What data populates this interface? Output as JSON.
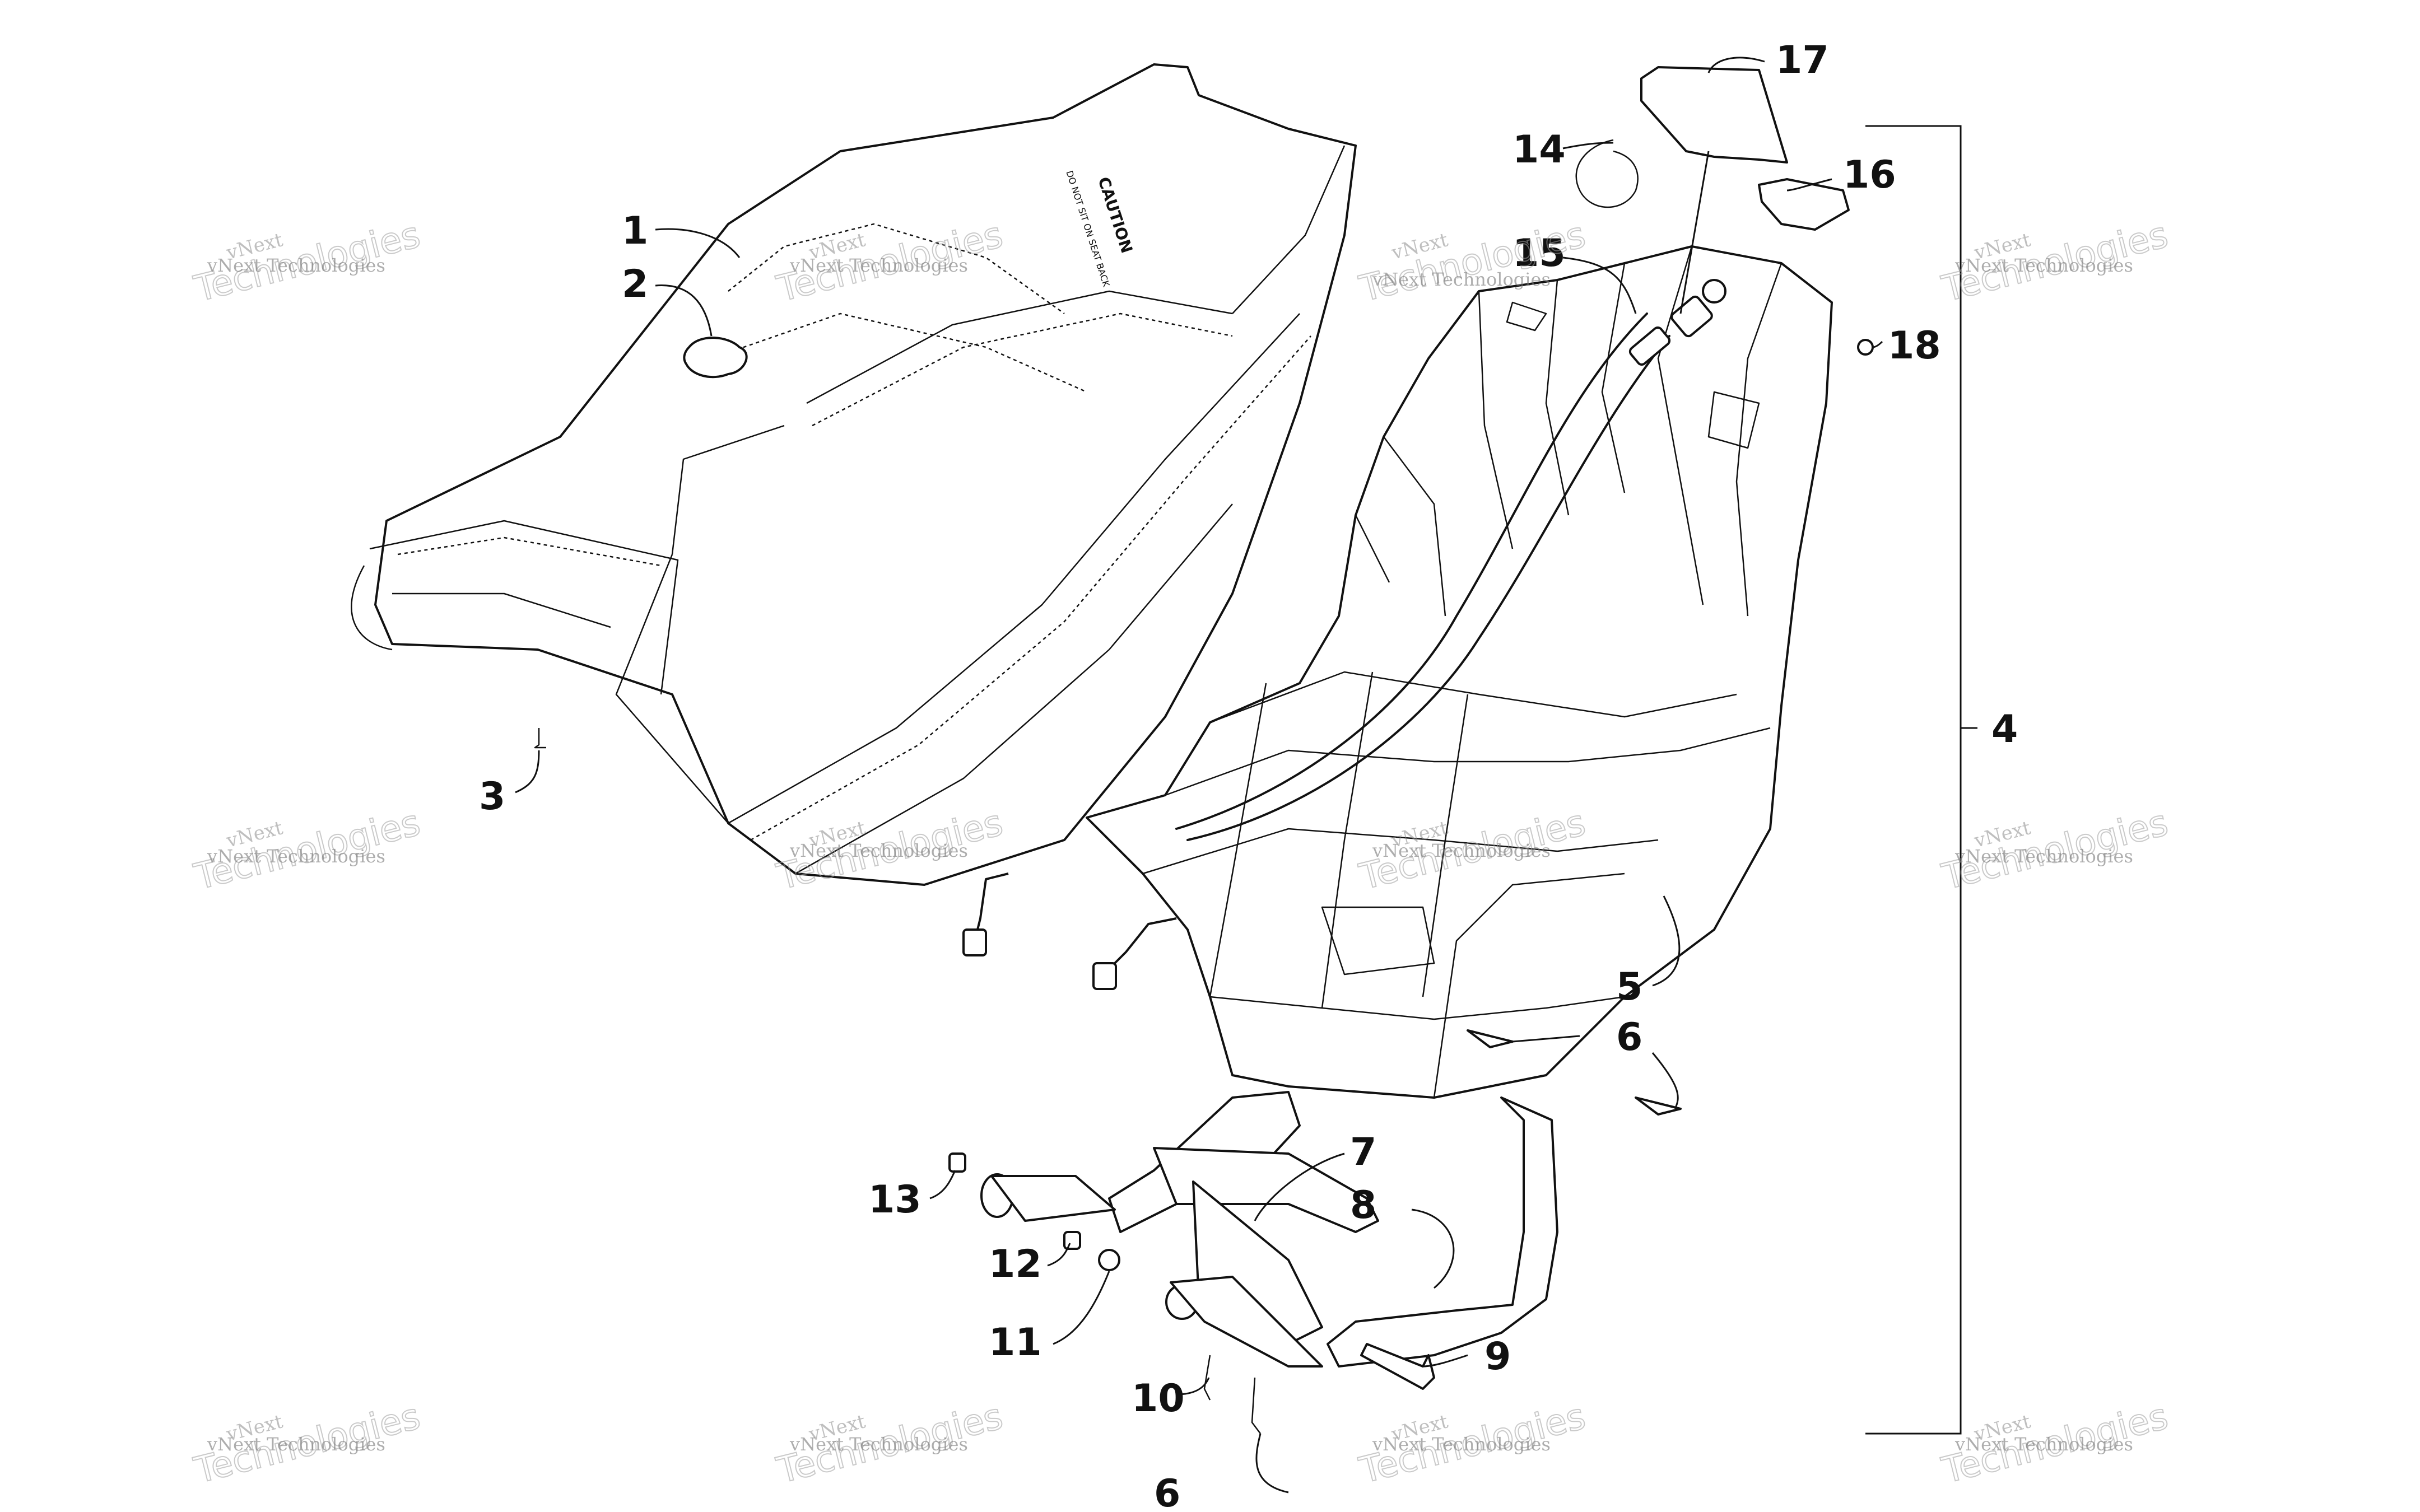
{
  "callouts": [
    {
      "id": "c1",
      "text": "1"
    },
    {
      "id": "c2",
      "text": "2"
    },
    {
      "id": "c3",
      "text": "3"
    },
    {
      "id": "c4",
      "text": "4"
    },
    {
      "id": "c5",
      "text": "5"
    },
    {
      "id": "c6a",
      "text": "6"
    },
    {
      "id": "c6b",
      "text": "6"
    },
    {
      "id": "c7",
      "text": "7"
    },
    {
      "id": "c8",
      "text": "8"
    },
    {
      "id": "c9",
      "text": "9"
    },
    {
      "id": "c10",
      "text": "10"
    },
    {
      "id": "c11",
      "text": "11"
    },
    {
      "id": "c12",
      "text": "12"
    },
    {
      "id": "c13",
      "text": "13"
    },
    {
      "id": "c14",
      "text": "14"
    },
    {
      "id": "c15",
      "text": "15"
    },
    {
      "id": "c16",
      "text": "16"
    },
    {
      "id": "c17",
      "text": "17"
    },
    {
      "id": "c18",
      "text": "18"
    }
  ],
  "seat_label": {
    "caution": "CAUTION",
    "note": "DO NOT SIT ON SEAT BACK"
  },
  "watermark": {
    "line1": "vNext",
    "line2": "Technologies",
    "caption": "vNext Technologies"
  }
}
